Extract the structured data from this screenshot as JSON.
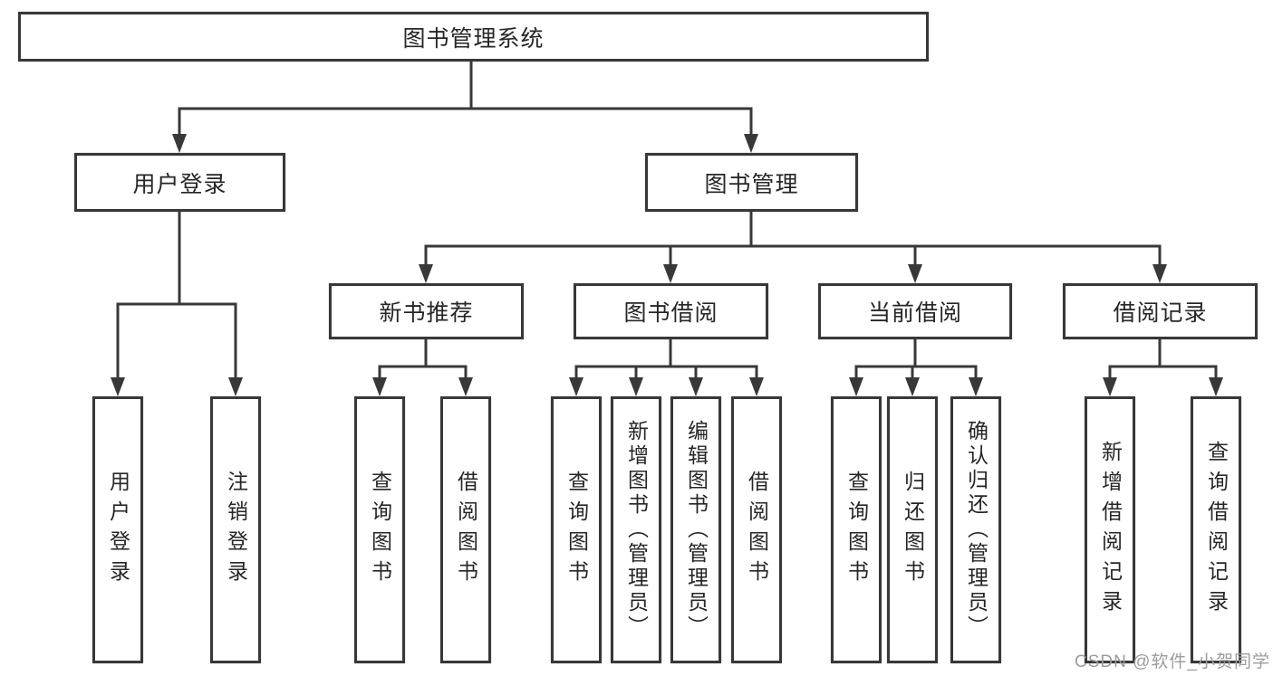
{
  "diagram": {
    "type": "hierarchy-tree",
    "colors": {
      "line": "#383838",
      "box_border": "#383838",
      "text": "#262626",
      "background": "#ffffff",
      "watermark": "#9c9c9c"
    },
    "nodes": {
      "root": {
        "label": "图书管理系统"
      },
      "level2": {
        "user_login": {
          "label": "用户登录"
        },
        "book_mgmt": {
          "label": "图书管理"
        }
      },
      "level3": {
        "new_book": {
          "label": "新书推荐"
        },
        "borrow": {
          "label": "图书借阅"
        },
        "current": {
          "label": "当前借阅"
        },
        "records": {
          "label": "借阅记录"
        }
      },
      "leaves": {
        "user_login": {
          "label": "用户登录"
        },
        "logout": {
          "label": "注销登录"
        },
        "newbook_query": {
          "label": "查询图书"
        },
        "newbook_borrow": {
          "label": "借阅图书"
        },
        "borrow_query": {
          "label": "查询图书"
        },
        "borrow_add": {
          "label": "新增图书（管理员）"
        },
        "borrow_edit": {
          "label": "编辑图书（管理员）"
        },
        "borrow_borrow": {
          "label": "借阅图书"
        },
        "current_query": {
          "label": "查询图书"
        },
        "current_return": {
          "label": "归还图书"
        },
        "current_confirm": {
          "label": "确认归还（管理员）"
        },
        "records_add": {
          "label": "新增借阅记录"
        },
        "records_query": {
          "label": "查询借阅记录"
        }
      }
    },
    "edges": [
      "图书管理系统 -> 用户登录",
      "图书管理系统 -> 图书管理",
      "用户登录 -> 用户登录",
      "用户登录 -> 注销登录",
      "图书管理 -> 新书推荐",
      "图书管理 -> 图书借阅",
      "图书管理 -> 当前借阅",
      "图书管理 -> 借阅记录",
      "新书推荐 -> 查询图书",
      "新书推荐 -> 借阅图书",
      "图书借阅 -> 查询图书",
      "图书借阅 -> 新增图书（管理员）",
      "图书借阅 -> 编辑图书（管理员）",
      "图书借阅 -> 借阅图书",
      "当前借阅 -> 查询图书",
      "当前借阅 -> 归还图书",
      "当前借阅 -> 确认归还（管理员）",
      "借阅记录 -> 新增借阅记录",
      "借阅记录 -> 查询借阅记录"
    ],
    "watermark": {
      "text": "CSDN @软件_小贺同学"
    }
  }
}
